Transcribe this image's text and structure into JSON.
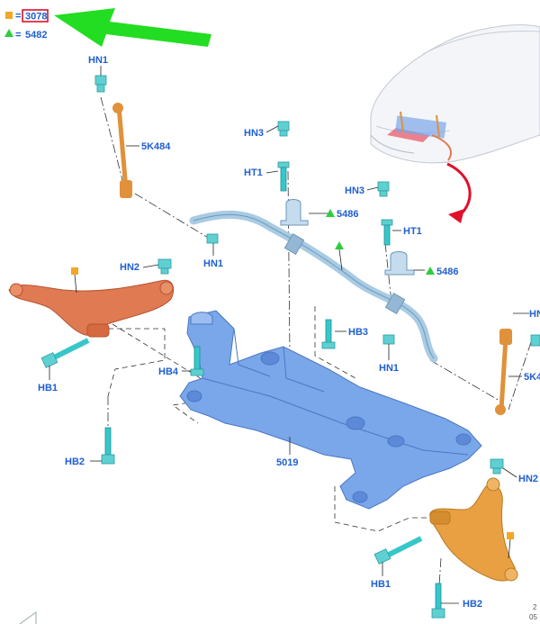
{
  "legend": {
    "square_color": "#f5a623",
    "square_value": "3078",
    "triangle_color": "#2ecc40",
    "triangle_value": "5482",
    "equals": "=",
    "highlight_color": "#e0102a",
    "arrow_color": "#22dd22"
  },
  "colors": {
    "label": "#1f5fd1",
    "subframe": "#7aa6ea",
    "stabilizer_bar": "#a9cbe4",
    "left_arm": "#e07a52",
    "right_arm": "#e8a043",
    "link": "#e0913a",
    "fastener": "#37c7c9"
  },
  "labels": {
    "hn1_top": "HN1",
    "link_left": "5K484",
    "hn3_top": "HN3",
    "ht1_top": "HT1",
    "hn1_bar": "HN1",
    "bushing_left": "5486",
    "hn3_right": "HN3",
    "ht1_right": "HT1",
    "bushing_right": "5486",
    "hn2_left": "HN2",
    "hb3": "HB3",
    "hb4": "HB4",
    "hb1_left": "HB1",
    "hn1_right": "HN1",
    "hn_right_edge": "HN",
    "link_right": "5K4",
    "subframe": "5019",
    "hb2_left": "HB2",
    "hn2_right": "HN2",
    "hb1_right": "HB1",
    "hb2_right": "HB2",
    "corner_1": "2",
    "corner_2": "05"
  }
}
